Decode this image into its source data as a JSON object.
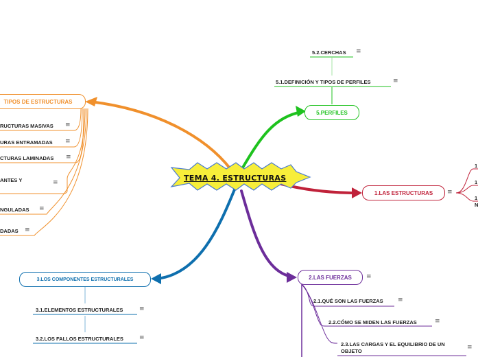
{
  "central": {
    "title": "TEMA 4. ESTRUCTURAS"
  },
  "note_symbol": "≡",
  "colors": {
    "central_fill": "#f7ee3a",
    "orange": "#f0902c",
    "green": "#1ec21e",
    "red": "#c0223a",
    "blue": "#0e6fae",
    "purple": "#6c2d9a"
  },
  "branches": {
    "tipos": {
      "title": "TIPOS DE ESTRUCTURAS",
      "items": [
        "RUCTURAS MASIVAS",
        "URAS ENTRAMADAS",
        "CTURAS LAMINADAS",
        "ANTES Y",
        "NGULADAS",
        "DADAS"
      ]
    },
    "perfiles": {
      "title": "5.PERFILES",
      "items": [
        "5.1.DEFINICIÓN Y TIPOS DE PERFILES",
        "5.2.CERCHAS"
      ]
    },
    "estructuras": {
      "title": "1.LAS ESTRUCTURAS",
      "items": [
        "1",
        "1",
        "1",
        "N"
      ]
    },
    "componentes": {
      "title": "3.LOS COMPONENTES ESTRUCTURALES",
      "items": [
        "3.1.ELEMENTOS ESTRUCTURALES",
        "3.2.LOS FALLOS ESTRUCTURALES"
      ]
    },
    "fuerzas": {
      "title": "2.LAS FUERZAS",
      "items": [
        "2.1.QUÉ SON LAS FUERZAS",
        "2.2.CÓMO SE MIDEN LAS FUERZAS",
        "2.3.LAS CARGAS Y EL EQUILIBRIO DE UN OBJETO"
      ]
    }
  }
}
